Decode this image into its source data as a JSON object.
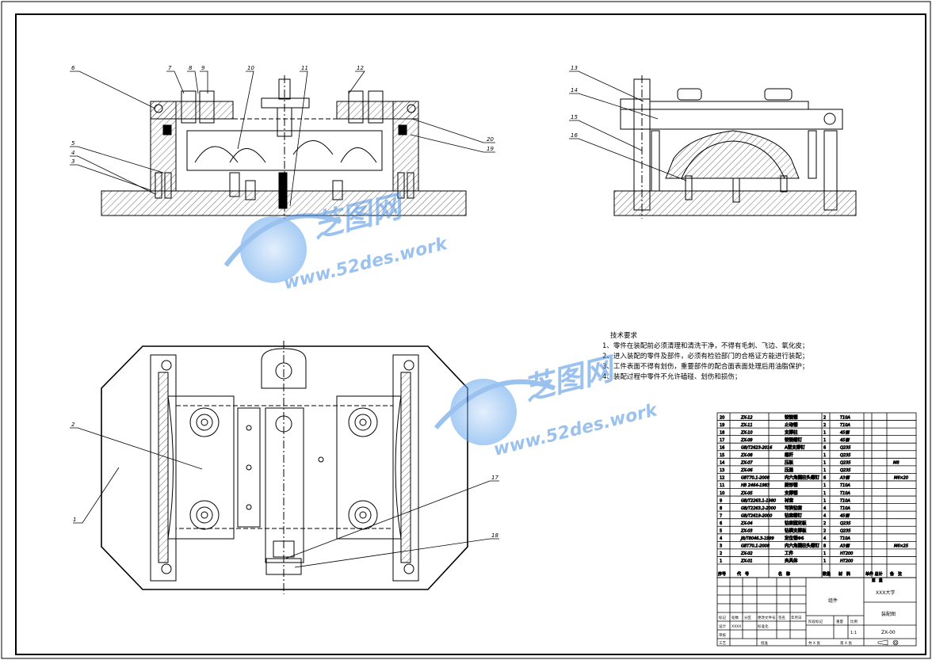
{
  "balloons": {
    "front": [
      "6",
      "7",
      "8",
      "9",
      "10",
      "11",
      "12",
      "5",
      "4",
      "3",
      "20",
      "19"
    ],
    "side": [
      "13",
      "14",
      "15",
      "16"
    ],
    "top": [
      "2",
      "1",
      "17",
      "18"
    ]
  },
  "tech": {
    "title": "技术要求",
    "lines": [
      "1、零件在装配前必须清理和清洗干净，不得有毛刺、飞边、氧化皮；",
      "2、进入装配的零件及部件，必须有检验部门的合格证方能进行装配；",
      "3、工件表面不得有划伤，重要部件的配合面表面处理后用油脂保护；",
      "4、装配过程中零件不允许磕碰、划伤和损伤；"
    ]
  },
  "bom": {
    "rows": [
      [
        "20",
        "ZX-12",
        "铰链销",
        "2",
        "T10A",
        ""
      ],
      [
        "19",
        "ZX-11",
        "止动销",
        "2",
        "T10A",
        ""
      ],
      [
        "18",
        "ZX-10",
        "支撑柱",
        "1",
        "45钢",
        ""
      ],
      [
        "17",
        "ZX-09",
        "铰链螺钉",
        "1",
        "45钢",
        ""
      ],
      [
        "16",
        "GB/T2623-2016",
        "A型支撑钉",
        "6",
        "Q235",
        ""
      ],
      [
        "15",
        "ZX-08",
        "螺杆",
        "1",
        "Q235",
        ""
      ],
      [
        "14",
        "ZX-07",
        "压板",
        "1",
        "Q235",
        "",
        ""
      ],
      [
        "13",
        "ZX-06",
        "压盖",
        "1",
        "Q235",
        ""
      ],
      [
        "12",
        "GBT70.1-2008",
        "内六角圆柱头螺钉",
        "6",
        "A3钢",
        "",
        "M6×20"
      ],
      [
        "11",
        "HB 2464-1983",
        "菱形销",
        "1",
        "T10A",
        ""
      ],
      [
        "10",
        "ZX-05",
        "支撑销",
        "1",
        "T10A",
        ""
      ],
      [
        "9",
        "GB/T2263.1-1980",
        "衬套",
        "1",
        "T10A",
        ""
      ],
      [
        "8",
        "GB/T2263.2-2000",
        "可换钻套",
        "4",
        "T10A",
        ""
      ],
      [
        "7",
        "GB/T2619-2000",
        "钻套螺钉",
        "4",
        "45钢",
        ""
      ],
      [
        "6",
        "ZX-04",
        "钻套固定板",
        "2",
        "Q235",
        ""
      ],
      [
        "5",
        "ZX-03",
        "钻模支撑板",
        "2",
        "Q235",
        ""
      ],
      [
        "4",
        "JB/T8046.3-1999",
        "定位销Φ6",
        "4",
        "T10A",
        ""
      ],
      [
        "3",
        "GBT70.1-2008",
        "内六角圆柱头螺钉",
        "8",
        "A3钢",
        "",
        "M6×25"
      ],
      [
        "2",
        "ZX-02",
        "工件",
        "1",
        "HT200",
        ""
      ],
      [
        "1",
        "ZX-01",
        "夹具体",
        "1",
        "HT200",
        ""
      ]
    ],
    "header": [
      "序号",
      "代　号",
      "名　称",
      "数量",
      "材　料",
      "单件 总计",
      "备　注"
    ],
    "header_sub": "重　量",
    "row14_note": "M8"
  },
  "title_block": {
    "part_name": "组件",
    "school": "XXX大学",
    "drawing_name": "装配图",
    "drawing_no": "ZX-00",
    "scale": "1:1",
    "labels": [
      "标记",
      "处数",
      "分区",
      "更改文件号",
      "签名",
      "年月日",
      "设计",
      "标准化",
      "审核",
      "工艺",
      "批准",
      "阶段标记",
      "重量",
      "比例",
      "共 X 张",
      "第 X 张"
    ],
    "designer": "XXXX"
  },
  "watermark": {
    "brand": "芝图网",
    "url": "www.52des.work"
  },
  "colors": {
    "line": "#000000",
    "watermark": "#4a90e2"
  }
}
